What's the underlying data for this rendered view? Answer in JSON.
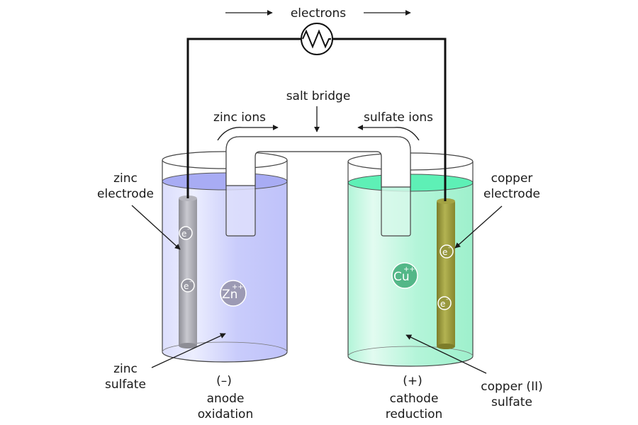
{
  "labels": {
    "electrons": "electrons",
    "salt_bridge": "salt bridge",
    "zinc_ions": "zinc ions",
    "sulfate_ions": "sulfate ions",
    "zinc_electrode_1": "zinc",
    "zinc_electrode_2": "electrode",
    "copper_electrode_1": "copper",
    "copper_electrode_2": "electrode",
    "zinc_sulfate_1": "zinc",
    "zinc_sulfate_2": "sulfate",
    "copper_sulfate_1": "copper (II)",
    "copper_sulfate_2": "sulfate",
    "anode_sign": "(–)",
    "anode_1": "anode",
    "anode_2": "oxidation",
    "cathode_sign": "(+)",
    "cathode_1": "cathode",
    "cathode_2": "reduction"
  },
  "ions": {
    "zinc": "Zn",
    "zinc_charge": "++",
    "copper": "Cu",
    "copper_charge": "++",
    "electron": "e",
    "electron_charge": "–"
  },
  "colors": {
    "zinc_solution": "#c6c9fb",
    "zinc_surface": "#a8acf4",
    "copper_solution": "#a9f3d3",
    "copper_surface": "#5ef0b6",
    "zinc_rod": "#a3a3ab",
    "copper_rod": "#9a9a3c",
    "zinc_ion": "#9c9ab4",
    "copper_ion": "#53b788"
  }
}
